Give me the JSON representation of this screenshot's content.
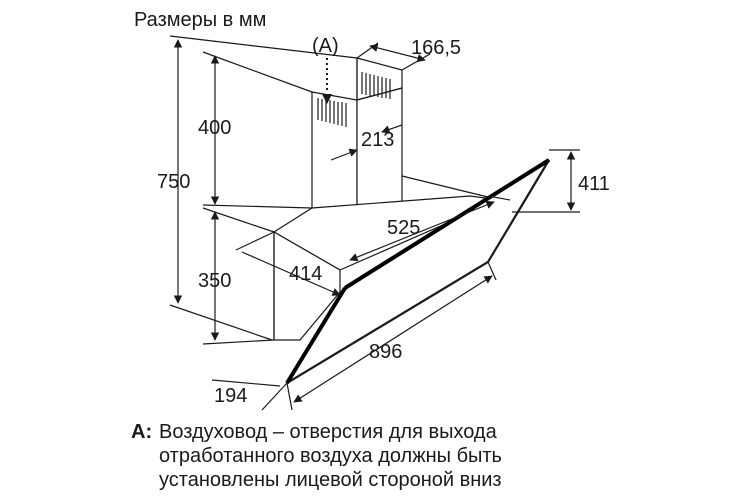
{
  "title": "Размеры в мм",
  "marker_a": "(A)",
  "dimensions": {
    "chimney_depth": "166,5",
    "chimney_height": "400",
    "chimney_width": "213",
    "total_height": "750",
    "panel_height": "411",
    "body_width": "525",
    "body_depth": "414",
    "lower_height": "350",
    "panel_width": "896",
    "bottom_depth": "194"
  },
  "note": {
    "key": "A:",
    "line1": "Воздуховод – отверстия для выхода",
    "line2": "отработанного воздуха должны быть",
    "line3": "установлены лицевой стороной вниз"
  }
}
